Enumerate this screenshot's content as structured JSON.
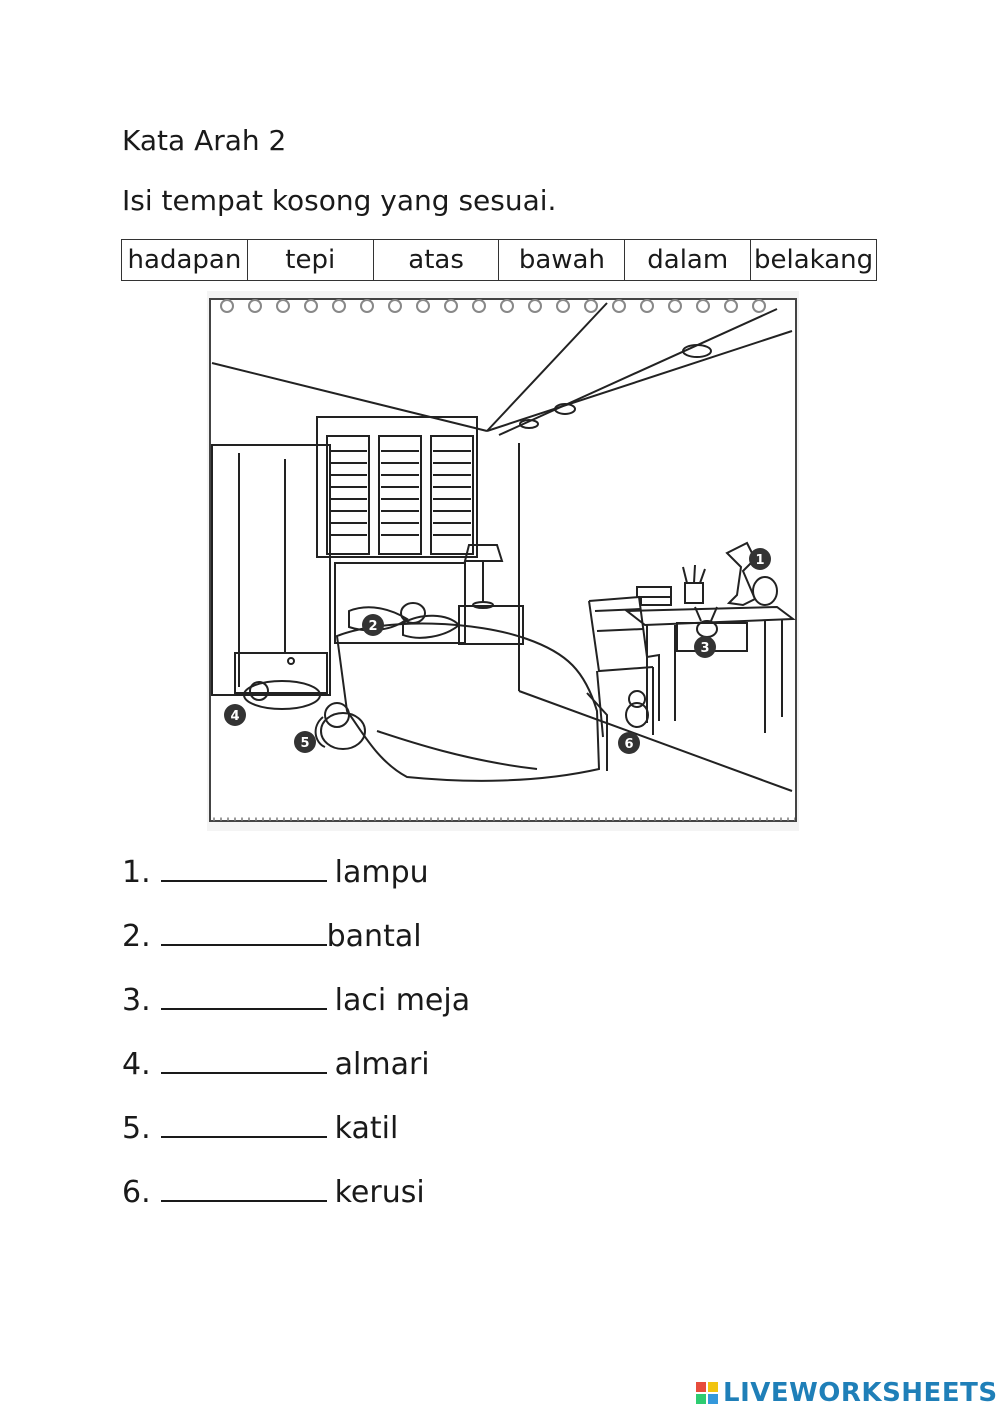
{
  "worksheet": {
    "title": "Kata Arah 2",
    "instruction": "Isi tempat kosong yang sesuai.",
    "word_bank": [
      "hadapan",
      "tepi",
      "atas",
      "bawah",
      "dalam",
      "belakang"
    ],
    "scene_markers": [
      "1",
      "2",
      "3",
      "4",
      "5",
      "6"
    ],
    "questions": [
      {
        "num": "1.",
        "text": "lampu"
      },
      {
        "num": "2.",
        "text": "bantal"
      },
      {
        "num": "3.",
        "text": "laci meja"
      },
      {
        "num": "4.",
        "text": "almari"
      },
      {
        "num": "5.",
        "text": "katil"
      },
      {
        "num": "6.",
        "text": "kerusi"
      }
    ]
  },
  "footer": {
    "brand": "LIVEWORKSHEETS",
    "brand_color": "#1f7fb8"
  }
}
